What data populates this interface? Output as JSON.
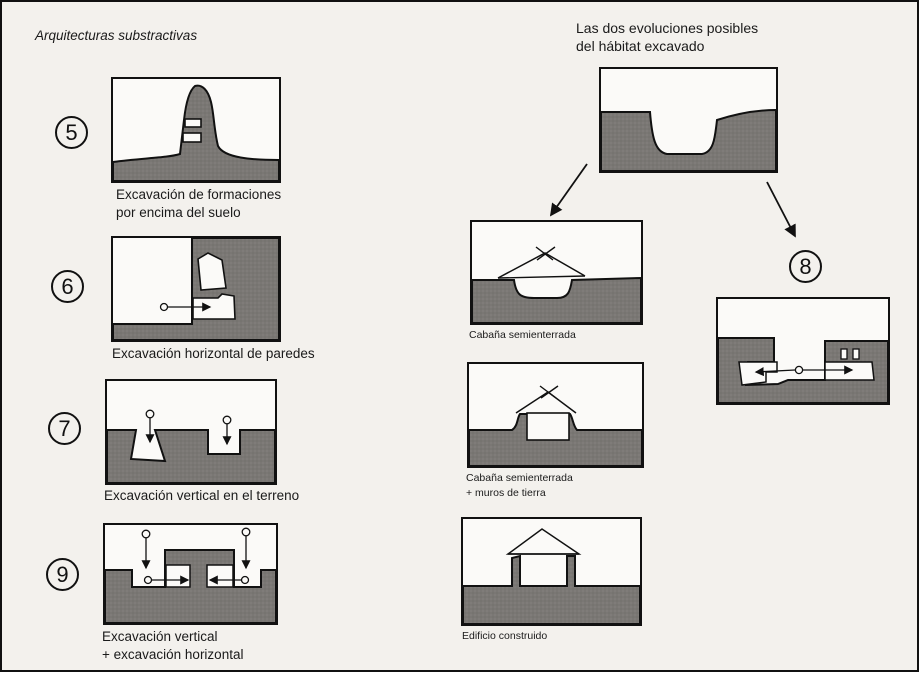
{
  "page": {
    "title": "Arquitecturas substractivas",
    "right_header": [
      "Las dos evoluciones posibles",
      "del hábitat excavado"
    ]
  },
  "left_panels": [
    {
      "number": "5",
      "caption": [
        "Excavación de formaciones",
        "por encima del suelo"
      ]
    },
    {
      "number": "6",
      "caption": [
        "Excavación horizontal de paredes"
      ]
    },
    {
      "number": "7",
      "caption": [
        "Excavación vertical en el terreno"
      ]
    },
    {
      "number": "9",
      "caption": [
        "Excavación vertical",
        "+ excavación horizontal"
      ]
    }
  ],
  "middle_panels": [
    {
      "caption": [
        "Cabaña semienterrada"
      ]
    },
    {
      "caption": [
        "Cabaña semienterrada",
        "+ muros de tierra"
      ]
    },
    {
      "caption": [
        "Edificio construido"
      ]
    }
  ],
  "right_panel": {
    "number": "8"
  },
  "colors": {
    "ground": "#7a7774",
    "ink": "#111111",
    "paper": "#f3f1ed"
  }
}
